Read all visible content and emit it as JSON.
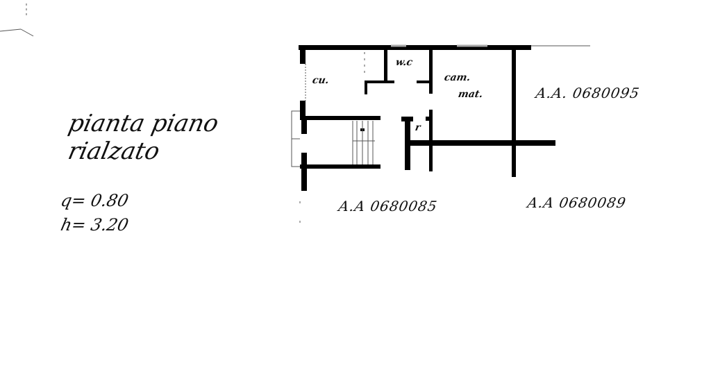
{
  "title": {
    "line1": "pianta piano",
    "line2": "rialzato"
  },
  "params": {
    "q": "q= 0.80",
    "h": "h= 3.20"
  },
  "parcels": {
    "top_right": "A.A. 0680095",
    "bottom_left": "A.A 0680085",
    "bottom_right": "A.A 0680089"
  },
  "rooms": {
    "kitchen": "cu.",
    "wc": "w.c",
    "bedroom_line1": "cam.",
    "bedroom_line2": "mat.",
    "closet": "r"
  }
}
